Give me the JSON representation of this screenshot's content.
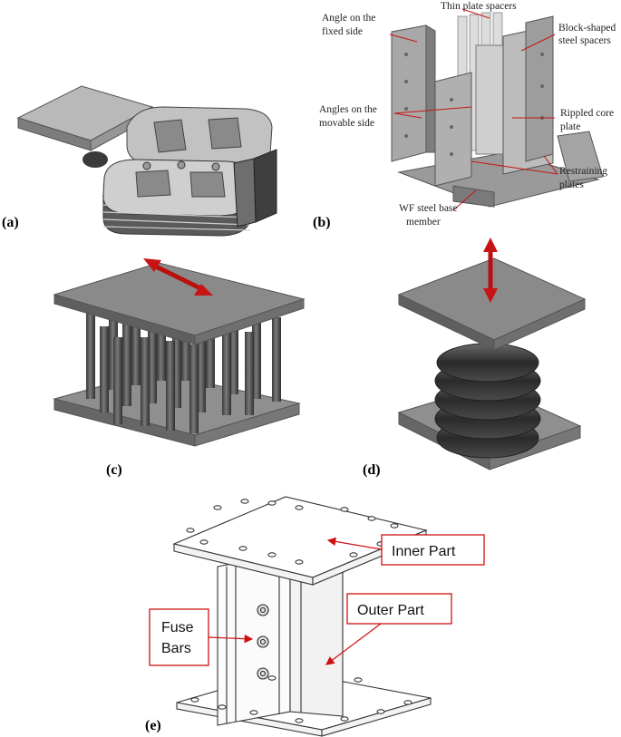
{
  "figure": {
    "panels": [
      {
        "id": "a",
        "label": "(a)"
      },
      {
        "id": "b",
        "label": "(b)"
      },
      {
        "id": "c",
        "label": "(c)"
      },
      {
        "id": "d",
        "label": "(d)"
      },
      {
        "id": "e",
        "label": "(e)"
      }
    ],
    "panel_b": {
      "annotations": {
        "angle_fixed_1": "Angle on the",
        "angle_fixed_2": "fixed side",
        "thin_plate": "Thin plate spacers",
        "block_1": "Block-shaped",
        "block_2": "steel spacers",
        "angles_movable_1": "Angles on the",
        "angles_movable_2": "movable side",
        "rippled_1": "Rippled core",
        "rippled_2": "plate",
        "restraining_1": "Restraining",
        "restraining_2": "plates",
        "wf_1": "WF steel base",
        "wf_2": "member"
      }
    },
    "panel_e": {
      "inner_part": "Inner Part",
      "outer_part": "Outer Part",
      "fuse_1": "Fuse",
      "fuse_2": "Bars"
    },
    "colors": {
      "steel_top": "#8a8a8a",
      "steel_side": "#5e5e5e",
      "arrow_red": "#c81414",
      "callout_red": "#d01010"
    }
  }
}
